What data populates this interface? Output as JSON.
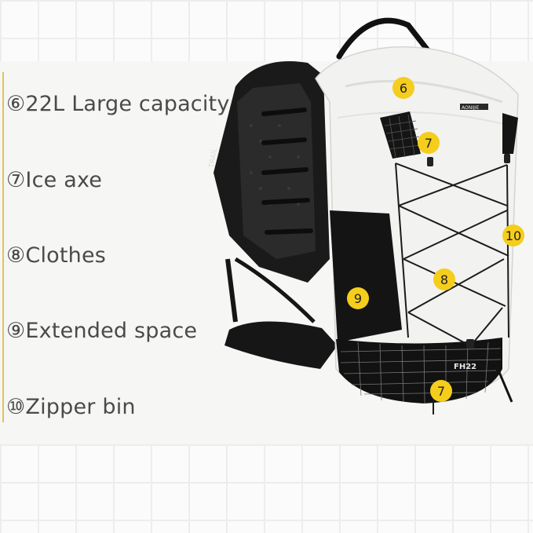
{
  "labels": [
    {
      "number": "⑥",
      "text": "22L Large capacity"
    },
    {
      "number": "⑦",
      "text": "Ice axe"
    },
    {
      "number": "⑧",
      "text": "Clothes"
    },
    {
      "number": "⑨",
      "text": "Extended space"
    },
    {
      "number": "⑩",
      "text": "Zipper bin"
    }
  ],
  "markers": [
    "6",
    "7",
    "10",
    "8",
    "9",
    "7"
  ],
  "product": {
    "brand_text": "AONIJIE",
    "model_text": "FH22"
  },
  "colors": {
    "marker_fill": "#f5cd1c",
    "accent": "#e2c25a",
    "pack_white": "#f2f2f0",
    "pack_black": "#141414"
  }
}
